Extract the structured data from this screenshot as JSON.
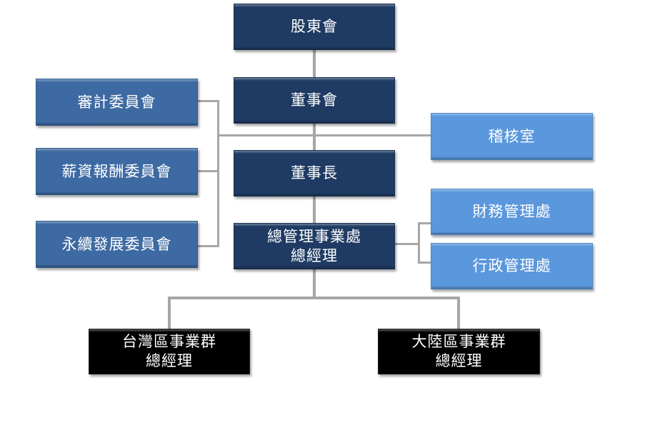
{
  "chart": {
    "nodes": {
      "shareholders": "股東會",
      "board": "董事會",
      "chairman": "董事長",
      "general_management": [
        "總管理事業處",
        "總經理"
      ],
      "audit_committee": "審計委員會",
      "compensation_committee": "薪資報酬委員會",
      "sustainability_committee": "永續發展委員會",
      "audit_office": "稽核室",
      "finance_division": "財務管理處",
      "admin_division": "行政管理處",
      "taiwan_group": [
        "台灣區事業群",
        "總經理"
      ],
      "china_group": [
        "大陸區事業群",
        "總經理"
      ]
    },
    "colors": {
      "executive": "#1f3b63",
      "committee": "#3d6aa2",
      "staff": "#5b97dc",
      "business_group": "#000000",
      "connector": "#a6a6a6"
    }
  }
}
